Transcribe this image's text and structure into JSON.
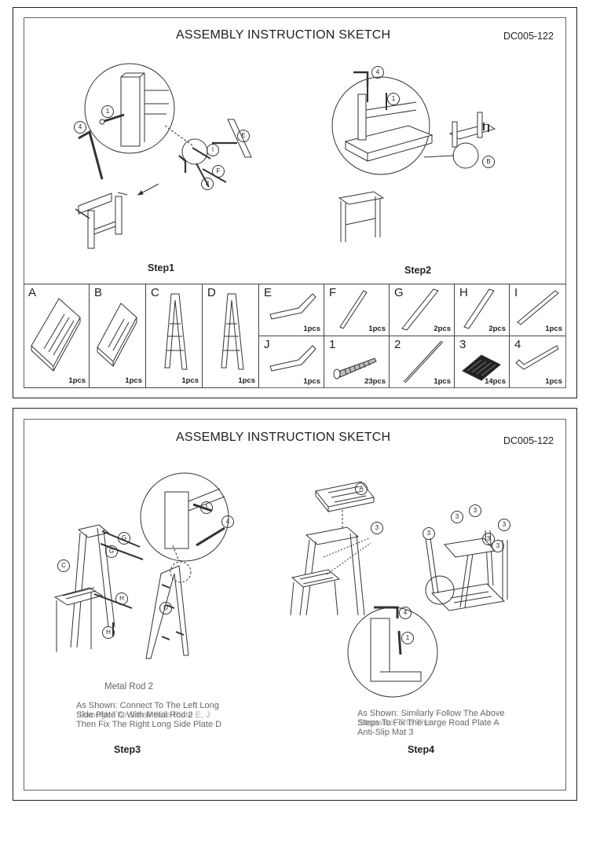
{
  "sheet1": {
    "title": "ASSEMBLY INSTRUCTION SKETCH",
    "code": "DC005-122",
    "step1_label": "Step1",
    "step2_label": "Step2",
    "step1_callouts": [
      "1",
      "4",
      "E",
      "I",
      "F",
      "J"
    ],
    "step2_callouts": [
      "4",
      "1",
      "B"
    ]
  },
  "parts": [
    {
      "id": "A",
      "qty": "1pcs"
    },
    {
      "id": "B",
      "qty": "1pcs"
    },
    {
      "id": "C",
      "qty": "1pcs"
    },
    {
      "id": "D",
      "qty": "1pcs"
    },
    {
      "id": "E",
      "qty": "1pcs"
    },
    {
      "id": "F",
      "qty": "1pcs"
    },
    {
      "id": "G",
      "qty": "2pcs"
    },
    {
      "id": "H",
      "qty": "2pcs"
    },
    {
      "id": "I",
      "qty": "1pcs"
    },
    {
      "id": "J",
      "qty": "1pcs"
    },
    {
      "id": "1",
      "qty": "23pcs"
    },
    {
      "id": "2",
      "qty": "1pcs"
    },
    {
      "id": "3",
      "qty": "14pcs"
    },
    {
      "id": "4",
      "qty": "1pcs"
    }
  ],
  "sheet2": {
    "title": "ASSEMBLY INSTRUCTION SKETCH",
    "code": "DC005-122",
    "step3_label": "Step3",
    "step4_label": "Step4",
    "step3_callouts": [
      "1",
      "4",
      "G",
      "G",
      "C",
      "H",
      "H",
      "D"
    ],
    "step4_callouts": [
      "A",
      "3",
      "3",
      "3",
      "3",
      "3",
      "3",
      "3",
      "4",
      "1"
    ],
    "metal_rod_label": "Metal Rod 2",
    "step3_note_line1": "As Shown: Connect To The Left Long",
    "step3_note_line2": "Side Plate C With Metal Rod 2",
    "step3_note_line2_overlap": "Through The Small Side Plate E, J",
    "step3_note_line3": "Then Fix The Right Long Side Plate D",
    "step4_note_line1": "As Shown: Similarly Follow The Above",
    "step4_note_line2": "Steps To Fix The Large Road Plate A",
    "step4_note_line2_overlap": "Stepwise, The The",
    "step4_note_line3": "Anti-Slip Mat 3"
  }
}
